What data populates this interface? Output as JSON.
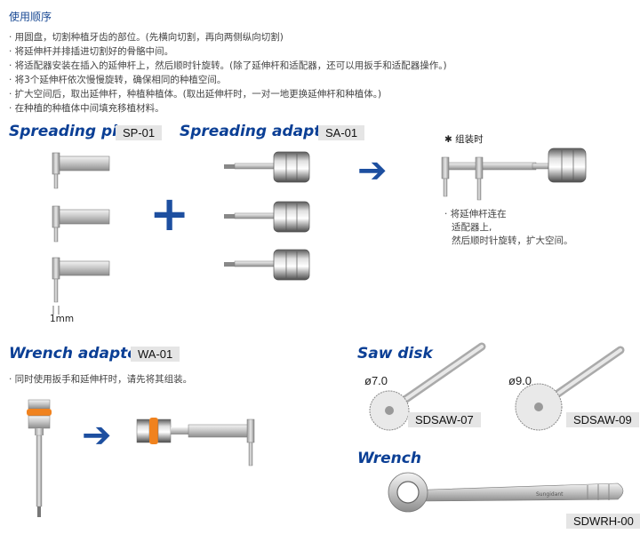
{
  "usage": {
    "heading": "使用顺序",
    "steps": [
      "· 用圆盘，切割种植牙齿的部位。(先横向切割，再向两侧纵向切割)",
      "· 将延伸杆并排插进切割好的骨骼中间。",
      "· 将适配器安装在插入的延伸杆上，然后顺时针旋转。(除了延伸杆和适配器，还可以用扳手和适配器操作。)",
      "· 将3个延伸杆依次慢慢旋转，确保相同的种植空间。",
      "· 扩大空间后，取出延伸杆，种植种植体。(取出延伸杆时，一对一地更换延伸杆和种植体。)",
      "· 在种植的种植体中间填充移植材料。"
    ]
  },
  "spreading_pin": {
    "title": "Spreading pin",
    "code": "SP-01",
    "dimension": "1mm"
  },
  "spreading_adapter": {
    "title": "Spreading adapter",
    "code": "SA-01"
  },
  "assembly": {
    "label": "✱ 组装时",
    "notes": [
      "· 将延伸杆连在",
      "适配器上,",
      "然后顺时针旋转，扩大空间。"
    ]
  },
  "wrench_adapter": {
    "title": "Wrench adapter",
    "code": "WA-01",
    "note": "· 同时使用扳手和延伸杆时，请先将其组装。"
  },
  "saw_disk": {
    "title": "Saw disk",
    "items": [
      {
        "diameter": "ø7.0",
        "code": "SDSAW-07"
      },
      {
        "diameter": "ø9.0",
        "code": "SDSAW-09"
      }
    ]
  },
  "wrench": {
    "title": "Wrench",
    "code": "SDWRH-00",
    "brand": "Sungidant"
  },
  "colors": {
    "accent": "#0b3f95",
    "orange": "#f0821e",
    "code_bg": "#e5e5e5"
  }
}
